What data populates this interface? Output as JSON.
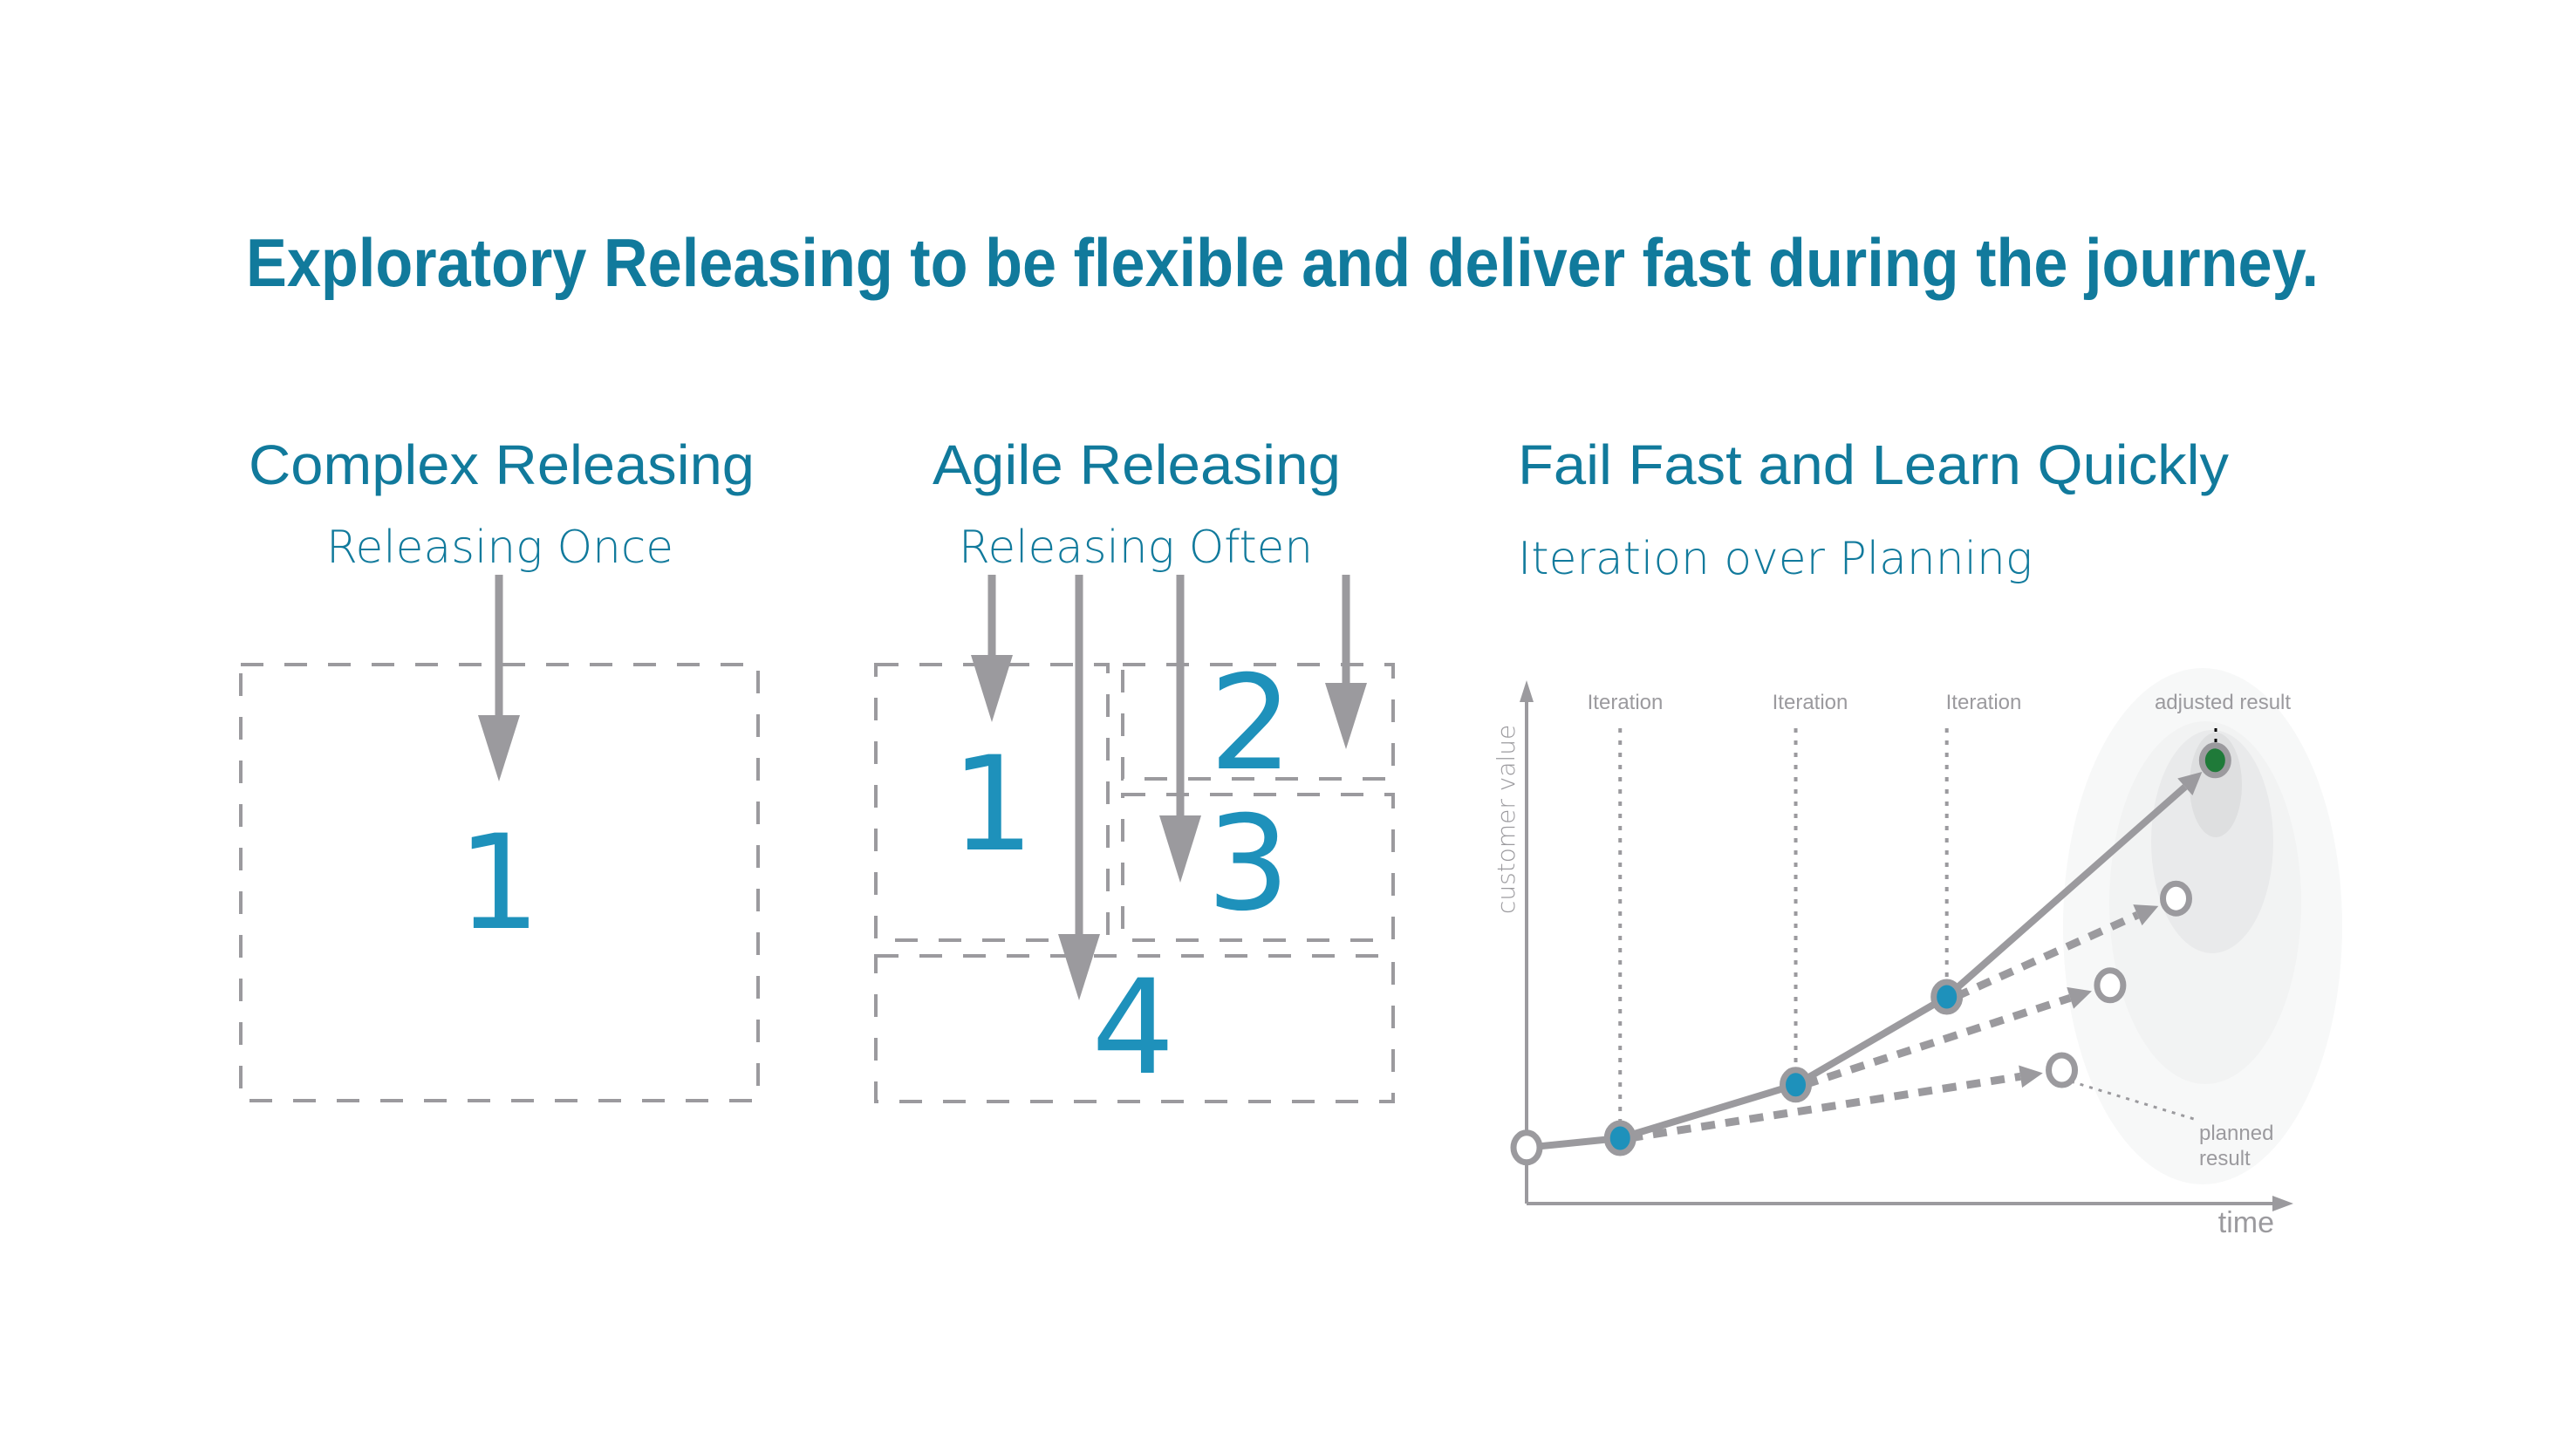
{
  "title": "Exploratory Releasing to be flexible and deliver fast during the journey.",
  "colors": {
    "title": "#117a9c",
    "number": "#1e91bb",
    "gray": "#9b9a9e",
    "point_blue": "#1e91bb",
    "point_green": "#1f7a39"
  },
  "sections": {
    "complex": {
      "heading": "Complex Releasing",
      "subheading": "Releasing Once",
      "releases": [
        "1"
      ]
    },
    "agile": {
      "heading": "Agile Releasing",
      "subheading": "Releasing Often",
      "releases": [
        "1",
        "2",
        "3",
        "4"
      ]
    },
    "fail_fast": {
      "heading": "Fail Fast and Learn Quickly",
      "subheading": "Iteration over Planning"
    }
  },
  "chart_data": {
    "type": "line",
    "title": "",
    "xlabel": "time",
    "ylabel": "customer value",
    "xlim": [
      0,
      10
    ],
    "ylim": [
      0,
      10
    ],
    "grid": false,
    "iteration_labels": [
      "Iteration",
      "Iteration",
      "Iteration"
    ],
    "annotations": {
      "adjusted_result": "adjusted result",
      "planned_result_line1": "planned",
      "planned_result_line2": "result"
    },
    "start_point": {
      "x": 0.0,
      "y": 1.07,
      "style": "hollow"
    },
    "iterations": [
      {
        "x": 1.22,
        "y": 1.25,
        "style": "blue"
      },
      {
        "x": 3.51,
        "y": 2.27,
        "style": "blue"
      },
      {
        "x": 5.48,
        "y": 3.95,
        "style": "blue"
      }
    ],
    "adjusted_result": {
      "x": 8.98,
      "y": 8.47,
      "style": "green"
    },
    "planned_results": [
      {
        "from_iteration": 0,
        "x": 6.98,
        "y": 2.55,
        "style": "hollow"
      },
      {
        "from_iteration": 1,
        "x": 7.61,
        "y": 4.17,
        "style": "hollow"
      },
      {
        "from_iteration": 2,
        "x": 8.47,
        "y": 5.83,
        "style": "hollow"
      }
    ]
  }
}
